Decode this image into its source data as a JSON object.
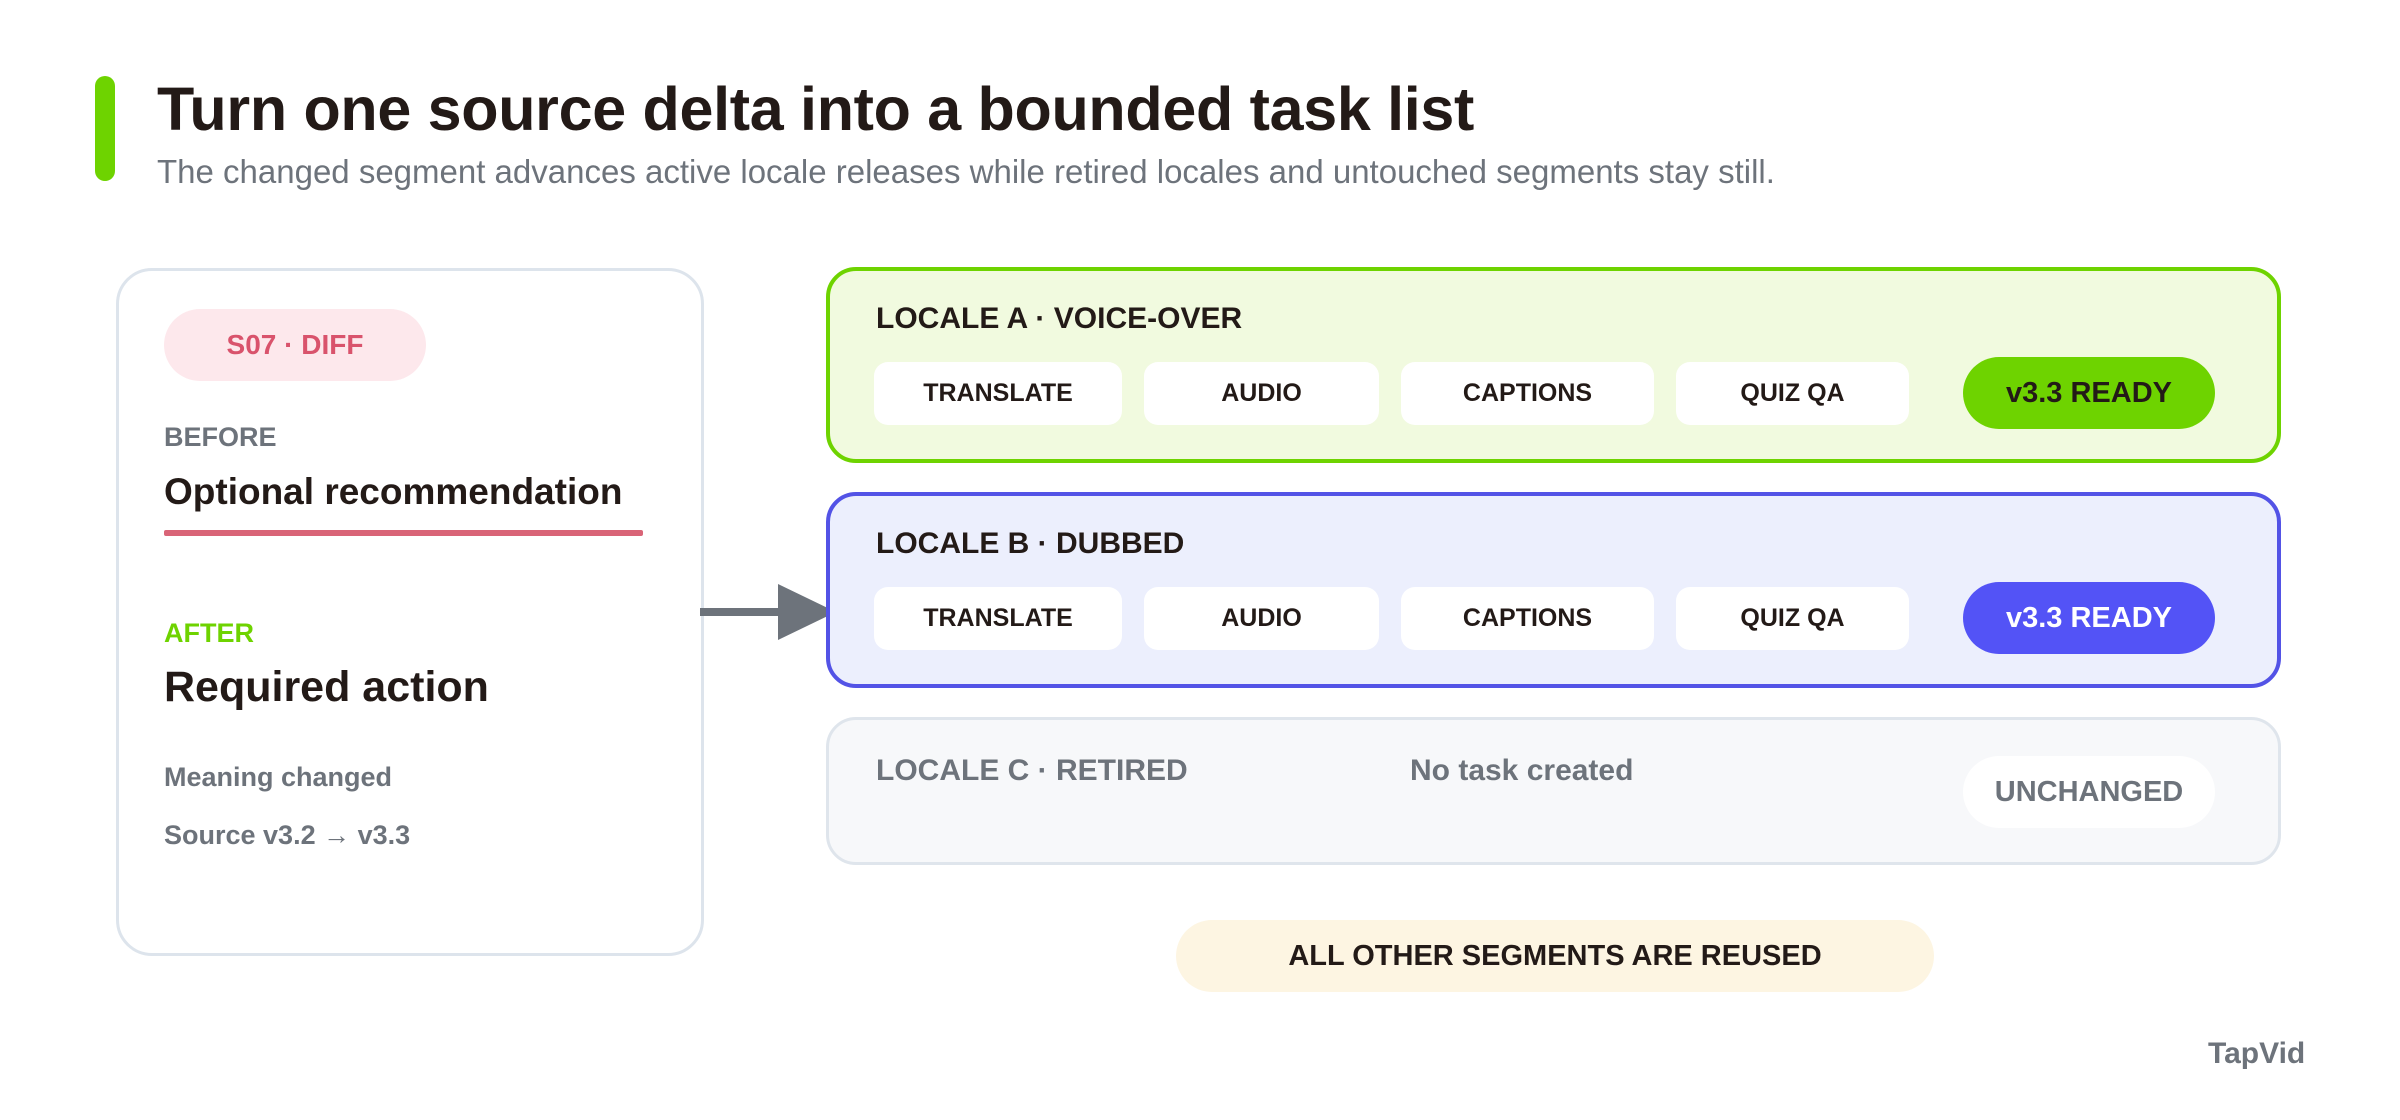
{
  "colors": {
    "accent_green": "#6ed300",
    "accent_blue": "#5353f6",
    "diff_red": "#d9536c",
    "muted_text": "#6d737b",
    "dark_text": "#231a17",
    "reuse_bg": "#fdf5e2"
  },
  "header": {
    "title": "Turn one source delta into a bounded task list",
    "subtitle": "The changed segment advances active locale releases while retired locales and untouched segments stay still."
  },
  "diff_card": {
    "badge": "S07 · DIFF",
    "before_label": "BEFORE",
    "before_text": "Optional recommendation",
    "after_label": "AFTER",
    "after_text": "Required action",
    "meta_1": "Meaning changed",
    "meta_2": "Source v3.2 → v3.3"
  },
  "arrow_icon": "arrow-right-icon",
  "locales": [
    {
      "title": "LOCALE A · VOICE-OVER",
      "tasks": [
        "TRANSLATE",
        "AUDIO",
        "CAPTIONS",
        "QUIZ QA"
      ],
      "status": "v3.3 READY"
    },
    {
      "title": "LOCALE B · DUBBED",
      "tasks": [
        "TRANSLATE",
        "AUDIO",
        "CAPTIONS",
        "QUIZ QA"
      ],
      "status": "v3.3 READY"
    },
    {
      "title": "LOCALE C · RETIRED",
      "note": "No task created",
      "status": "UNCHANGED"
    }
  ],
  "footer": {
    "reuse_note": "ALL OTHER SEGMENTS ARE REUSED",
    "brand": "TapVid"
  }
}
